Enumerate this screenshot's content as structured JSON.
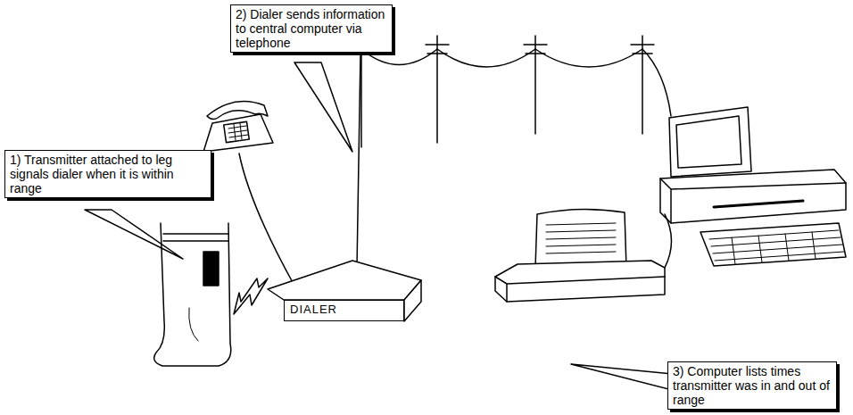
{
  "diagram": {
    "nodes": [
      {
        "text": [
          "2) Dialer sends information to central computer via telephone"
        ]
      },
      {
        "text": [
          "1) Transmitter attached to leg signals dialer when it is within range"
        ]
      },
      {
        "text": [
          "DIALER"
        ]
      },
      {
        "text": [
          "3) Computer lists times transmitter was in and out of range"
        ]
      }
    ]
  }
}
